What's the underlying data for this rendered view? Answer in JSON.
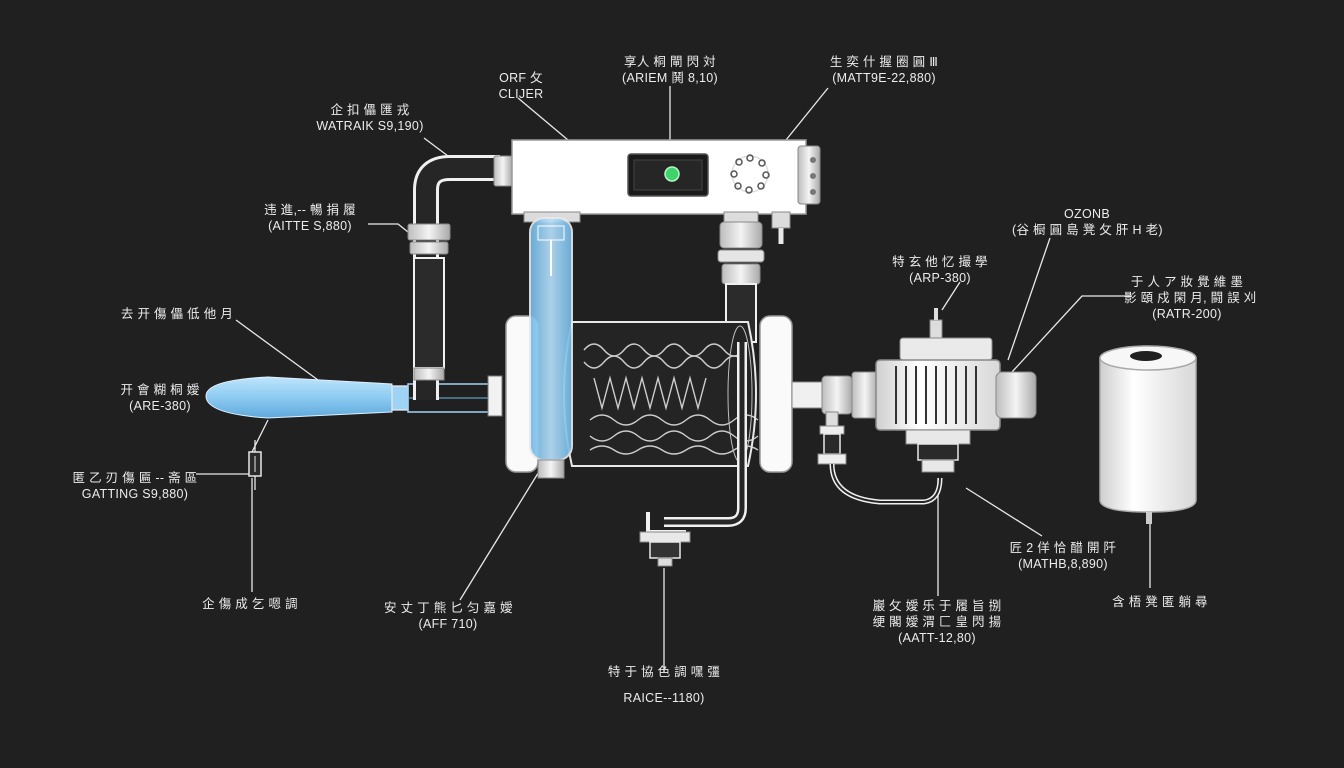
{
  "colors": {
    "background": "#202020",
    "line": "#e8e8e8",
    "water": "#9fd3f5",
    "indicator": "#3fd36b"
  },
  "labels": {
    "top_left_a": {
      "line1": "ORF 攵",
      "line2": "CLIJER"
    },
    "top_center": {
      "line1": "享人 桐 閘 閃 対",
      "line2": "(ARIEM 鬨 8,10)"
    },
    "top_right": {
      "line1": "生 奕 什 握 圈 圓 Ⅲ",
      "line2": "(MATT9E-22,880)"
    },
    "water_tank": {
      "line1": "企 扣 儡 匯 戎",
      "line2": "WATRAIK S9,190)"
    },
    "attte": {
      "line1": "违 進,-- 暢 捐 履",
      "line2": "(AITTE S,880)"
    },
    "left_mid": {
      "line1": "去 开 傷 儡 低 他 月"
    },
    "are": {
      "line1": "开 會 糊 桐 嬡",
      "line2": "(ARE-380)"
    },
    "gatting": {
      "line1": "匿 乙 刃 傷 匾 -- 斋 區",
      "line2": "GATTING S9,880)"
    },
    "bottom_left": {
      "line1": "企 傷 成 乞 嗯 調"
    },
    "aff": {
      "line1": "安 丈 丁 熊 匕 匀 嘉 嬡",
      "line2": "(AFF 710)"
    },
    "raice": {
      "line1": "特 于 協 色 調 嘿 彊",
      "line2": "RAICE--1180)"
    },
    "ozone": {
      "line1": "OZONB",
      "line2": "(谷 橱 圓 島 凳 攵 肝 H 老)"
    },
    "arp": {
      "line1": "特 玄 他 忆 撮 學",
      "line2": "(ARP-380)"
    },
    "ratr": {
      "line1": "于 人 ア 妝 覺 維 墨",
      "line2": "影 頤 戍 閑 月, 闘 誤 刈",
      "line3": "(RATR-200)"
    },
    "mathb": {
      "line1": "匠 2 佯 恰 醋 開 阡",
      "line2": "(MATHB,8,890)"
    },
    "aatt": {
      "line1": "巖 攵 嬡 乐 于 履 旨 捌",
      "line2": "绠 閣 嬡 渭 匚 皇 閃 揚",
      "line3": "(AATT-12,80)"
    },
    "bottom_right": {
      "line1": "含 梧 凳 匿 躺 尋"
    }
  }
}
